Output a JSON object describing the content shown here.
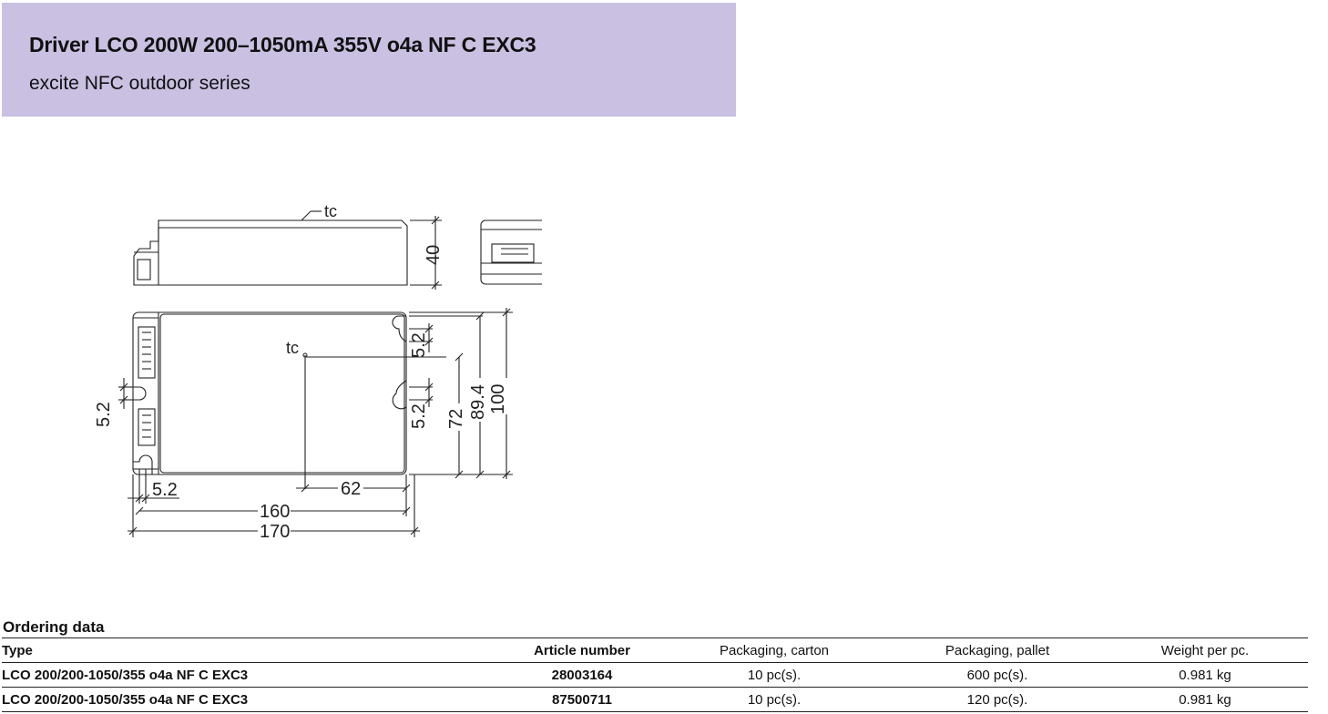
{
  "header": {
    "title": "Driver LCO 200W 200–1050mA 355V o4a NF C EXC3",
    "subtitle": "excite NFC outdoor series",
    "background_color": "#c9c0e2"
  },
  "drawing": {
    "labels": {
      "tc_top": "tc",
      "tc_main": "tc",
      "height": "40",
      "depth_100": "100",
      "depth_89_4": "89.4",
      "depth_72": "72",
      "hole_left": "5.2",
      "hole_right_top": "5.2",
      "hole_right_mid": "5.2",
      "hole_bottom": "5.2",
      "width_62": "62",
      "width_160": "160",
      "width_170": "170"
    }
  },
  "ordering": {
    "section_title": "Ordering data",
    "columns": [
      "Type",
      "Article number",
      "Packaging, carton",
      "Packaging, pallet",
      "Weight per pc."
    ],
    "rows": [
      {
        "type": "LCO 200/200-1050/355 o4a NF C EXC3",
        "article": "28003164",
        "carton": "10 pc(s).",
        "pallet": "600 pc(s).",
        "weight": "0.981 kg"
      },
      {
        "type": "LCO 200/200-1050/355 o4a NF C EXC3",
        "article": "87500711",
        "carton": "10 pc(s).",
        "pallet": "120 pc(s).",
        "weight": "0.981 kg"
      }
    ]
  }
}
